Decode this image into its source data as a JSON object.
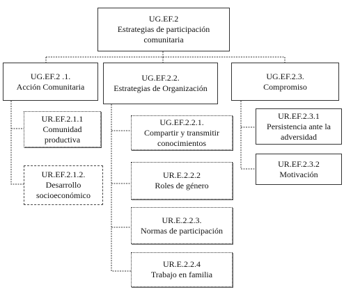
{
  "root": {
    "code": "UG.EF.2",
    "line1": "Estrategias de participación",
    "line2": "comunitaria"
  },
  "branches": [
    {
      "code": "UG.EF.2 .1.",
      "label": "Acción Comunitaria",
      "children": [
        {
          "code": "UR.EF.2.1.1",
          "line1": "Comunidad",
          "line2": "productiva"
        },
        {
          "code": "UR.EF.2.1.2.",
          "line1": "Desarrollo",
          "line2": "socioeconómico"
        }
      ]
    },
    {
      "code": "UG.EF.2.2.",
      "label": "Estrategias de Organización",
      "children": [
        {
          "code": "UG.EF.2.2.1.",
          "line1": "Compartir y transmitir",
          "line2": "conocimientos"
        },
        {
          "code": "UR.E.2.2.2",
          "line1": "Roles de género",
          "line2": ""
        },
        {
          "code": "UR.E.2.2.3.",
          "line1": "Normas de participación",
          "line2": ""
        },
        {
          "code": "UR.E.2.2.4",
          "line1": "Trabajo en familia",
          "line2": ""
        }
      ]
    },
    {
      "code": "UG.EF.2.3.",
      "label": "Compromiso",
      "children": [
        {
          "code": "UR.EF.2.3.1",
          "line1": "Persistencia ante la",
          "line2": "adversidad"
        },
        {
          "code": "UR.EF.2.3.2",
          "line1": "Motivación",
          "line2": ""
        }
      ]
    }
  ]
}
